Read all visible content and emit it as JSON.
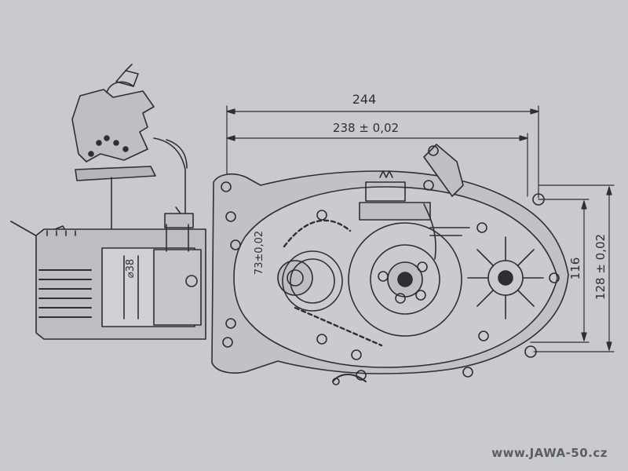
{
  "drawing": {
    "subject": "engine cross-section",
    "dimensions": {
      "overall_length": "244",
      "center_distance": "238 ± 0,02",
      "bore_diameter": "⌀38",
      "offset_height": "73±0,02",
      "inner_height": "116",
      "outer_height": "128 ± 0,02"
    }
  },
  "watermark": "www.JAWA-50.cz",
  "colors": {
    "paper": "#c9cacd",
    "ink": "#2f2f33",
    "watermark": "#5a5d62"
  }
}
